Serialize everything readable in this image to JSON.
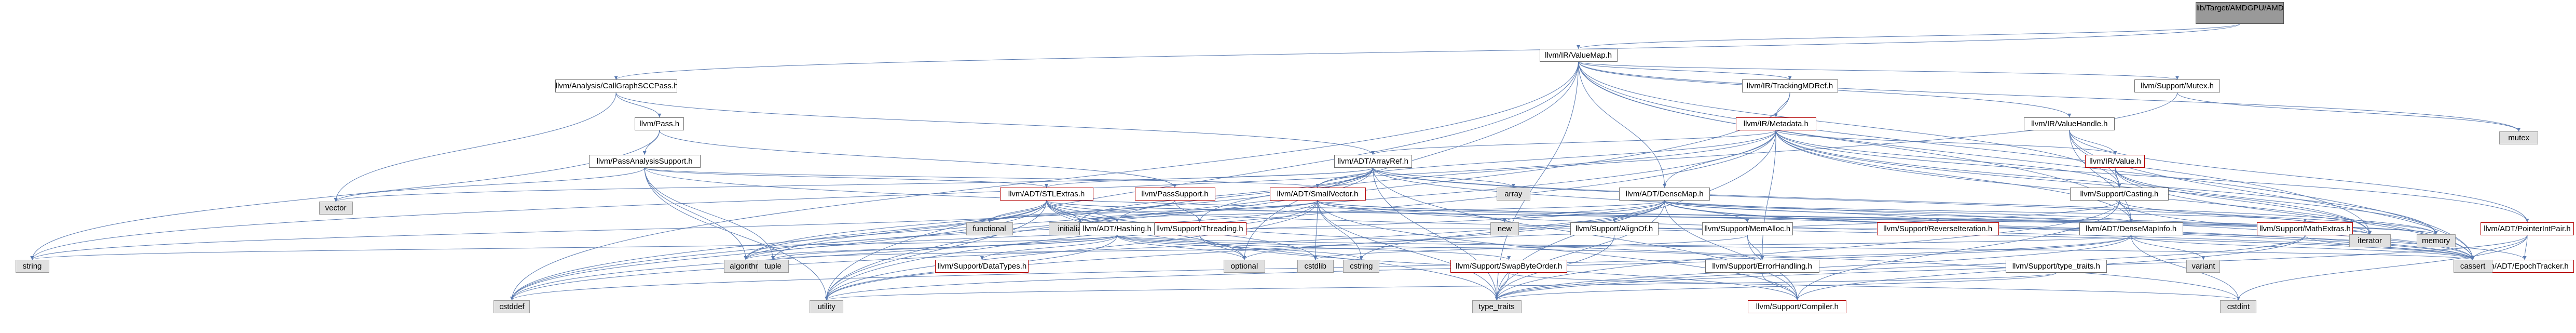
{
  "colors": {
    "edge": "#5a7ab0",
    "node_border": "#6e6e6e",
    "red_border": "#b30000",
    "gray_fill": "#e0e0e0",
    "root_fill": "#999999"
  },
  "nodes": [
    {
      "id": "root",
      "label": "lib/Target/AMDGPU/AMDGPUPerfHintAnalysis.h",
      "style": "root"
    },
    {
      "id": "valuemap",
      "label": "llvm/IR/ValueMap.h",
      "style": "normal"
    },
    {
      "id": "cgscc",
      "label": "llvm/Analysis/CallGraphSCCPass.h",
      "style": "normal"
    },
    {
      "id": "trackingmdref",
      "label": "llvm/IR/TrackingMDRef.h",
      "style": "normal"
    },
    {
      "id": "mutex_h",
      "label": "llvm/Support/Mutex.h",
      "style": "normal"
    },
    {
      "id": "pass",
      "label": "llvm/Pass.h",
      "style": "normal"
    },
    {
      "id": "metadata",
      "label": "llvm/IR/Metadata.h",
      "style": "red"
    },
    {
      "id": "valuehandle",
      "label": "llvm/IR/ValueHandle.h",
      "style": "normal"
    },
    {
      "id": "mutex",
      "label": "mutex",
      "style": "gray"
    },
    {
      "id": "passanalysis",
      "label": "llvm/PassAnalysisSupport.h",
      "style": "normal"
    },
    {
      "id": "arrayref",
      "label": "llvm/ADT/ArrayRef.h",
      "style": "normal"
    },
    {
      "id": "value",
      "label": "llvm/IR/Value.h",
      "style": "red"
    },
    {
      "id": "stlextras",
      "label": "llvm/ADT/STLExtras.h",
      "style": "red"
    },
    {
      "id": "passsupport",
      "label": "llvm/PassSupport.h",
      "style": "red"
    },
    {
      "id": "array",
      "label": "array",
      "style": "gray"
    },
    {
      "id": "smallvector",
      "label": "llvm/ADT/SmallVector.h",
      "style": "red"
    },
    {
      "id": "densemap",
      "label": "llvm/ADT/DenseMap.h",
      "style": "normal"
    },
    {
      "id": "casting",
      "label": "llvm/Support/Casting.h",
      "style": "normal"
    },
    {
      "id": "vector",
      "label": "vector",
      "style": "gray"
    },
    {
      "id": "pointerintpair",
      "label": "llvm/ADT/PointerIntPair.h",
      "style": "red"
    },
    {
      "id": "functional",
      "label": "functional",
      "style": "gray"
    },
    {
      "id": "initlist",
      "label": "initializer_list",
      "style": "gray"
    },
    {
      "id": "threading",
      "label": "llvm/Support/Threading.h",
      "style": "red"
    },
    {
      "id": "hashing",
      "label": "llvm/ADT/Hashing.h",
      "style": "normal"
    },
    {
      "id": "new",
      "label": "new",
      "style": "gray"
    },
    {
      "id": "alignof",
      "label": "llvm/Support/AlignOf.h",
      "style": "normal"
    },
    {
      "id": "memalloc",
      "label": "llvm/Support/MemAlloc.h",
      "style": "normal"
    },
    {
      "id": "reverseiter",
      "label": "llvm/Support/ReverseIteration.h",
      "style": "red"
    },
    {
      "id": "densemapinfo",
      "label": "llvm/ADT/DenseMapInfo.h",
      "style": "normal"
    },
    {
      "id": "mathextras",
      "label": "llvm/Support/MathExtras.h",
      "style": "red"
    },
    {
      "id": "iterator",
      "label": "iterator",
      "style": "gray"
    },
    {
      "id": "memory",
      "label": "memory",
      "style": "gray"
    },
    {
      "id": "epochtracker",
      "label": "llvm/ADT/EpochTracker.h",
      "style": "red"
    },
    {
      "id": "string",
      "label": "string",
      "style": "gray"
    },
    {
      "id": "algorithm",
      "label": "algorithm",
      "style": "gray"
    },
    {
      "id": "tuple",
      "label": "tuple",
      "style": "gray"
    },
    {
      "id": "datatypes",
      "label": "llvm/Support/DataTypes.h",
      "style": "red"
    },
    {
      "id": "optional",
      "label": "optional",
      "style": "gray"
    },
    {
      "id": "cstdlib",
      "label": "cstdlib",
      "style": "gray"
    },
    {
      "id": "cstring",
      "label": "cstring",
      "style": "gray"
    },
    {
      "id": "swapbyteorder",
      "label": "llvm/Support/SwapByteOrder.h",
      "style": "red"
    },
    {
      "id": "errorhandling",
      "label": "llvm/Support/ErrorHandling.h",
      "style": "normal"
    },
    {
      "id": "typetraits_llvm",
      "label": "llvm/Support/type_traits.h",
      "style": "normal"
    },
    {
      "id": "variant",
      "label": "variant",
      "style": "gray"
    },
    {
      "id": "cassert",
      "label": "cassert",
      "style": "gray"
    },
    {
      "id": "cstddef",
      "label": "cstddef",
      "style": "gray"
    },
    {
      "id": "utility",
      "label": "utility",
      "style": "gray"
    },
    {
      "id": "type_traits",
      "label": "type_traits",
      "style": "gray"
    },
    {
      "id": "compiler",
      "label": "llvm/Support/Compiler.h",
      "style": "red"
    },
    {
      "id": "cstdint",
      "label": "cstdint",
      "style": "gray"
    }
  ],
  "edges": [
    [
      "root",
      "valuemap"
    ],
    [
      "root",
      "cgscc"
    ],
    [
      "valuemap",
      "trackingmdref"
    ],
    [
      "valuemap",
      "mutex_h"
    ],
    [
      "valuemap",
      "valuehandle"
    ],
    [
      "valuemap",
      "densemap"
    ],
    [
      "valuemap",
      "casting"
    ],
    [
      "valuemap",
      "densemapinfo"
    ],
    [
      "valuemap",
      "cassert"
    ],
    [
      "valuemap",
      "cstddef"
    ],
    [
      "valuemap",
      "iterator"
    ],
    [
      "valuemap",
      "type_traits"
    ],
    [
      "valuemap",
      "utility"
    ],
    [
      "valuemap",
      "optional"
    ],
    [
      "valuemap",
      "mutex"
    ],
    [
      "cgscc",
      "pass"
    ],
    [
      "cgscc",
      "arrayref"
    ],
    [
      "cgscc",
      "vector"
    ],
    [
      "trackingmdref",
      "metadata"
    ],
    [
      "trackingmdref",
      "utility"
    ],
    [
      "mutex_h",
      "mutex"
    ],
    [
      "mutex_h",
      "threading"
    ],
    [
      "pass",
      "passanalysis"
    ],
    [
      "pass",
      "passsupport"
    ],
    [
      "pass",
      "string"
    ],
    [
      "metadata",
      "arrayref"
    ],
    [
      "metadata",
      "smallvector"
    ],
    [
      "metadata",
      "densemap"
    ],
    [
      "metadata",
      "casting"
    ],
    [
      "metadata",
      "value"
    ],
    [
      "metadata",
      "cassert"
    ],
    [
      "metadata",
      "cstddef"
    ],
    [
      "metadata",
      "iterator"
    ],
    [
      "metadata",
      "memory"
    ],
    [
      "metadata",
      "string"
    ],
    [
      "metadata",
      "type_traits"
    ],
    [
      "metadata",
      "utility"
    ],
    [
      "metadata",
      "densemapinfo"
    ],
    [
      "metadata",
      "pointerintpair"
    ],
    [
      "metadata",
      "errorhandling"
    ],
    [
      "valuehandle",
      "value"
    ],
    [
      "valuehandle",
      "casting"
    ],
    [
      "valuehandle",
      "densemapinfo"
    ],
    [
      "valuehandle",
      "pointerintpair"
    ],
    [
      "valuehandle",
      "cassert"
    ],
    [
      "passanalysis",
      "vector"
    ],
    [
      "passanalysis",
      "stlextras"
    ],
    [
      "passanalysis",
      "cassert"
    ],
    [
      "passanalysis",
      "tuple"
    ],
    [
      "passanalysis",
      "utility"
    ],
    [
      "passanalysis",
      "algorithm"
    ],
    [
      "passanalysis",
      "smallvector"
    ],
    [
      "arrayref",
      "hashing"
    ],
    [
      "arrayref",
      "smallvector"
    ],
    [
      "arrayref",
      "stlextras"
    ],
    [
      "arrayref",
      "compiler"
    ],
    [
      "arrayref",
      "algorithm"
    ],
    [
      "arrayref",
      "array"
    ],
    [
      "arrayref",
      "cassert"
    ],
    [
      "arrayref",
      "cstddef"
    ],
    [
      "arrayref",
      "initlist"
    ],
    [
      "arrayref",
      "iterator"
    ],
    [
      "arrayref",
      "memory"
    ],
    [
      "arrayref",
      "type_traits"
    ],
    [
      "arrayref",
      "vector"
    ],
    [
      "value",
      "casting"
    ],
    [
      "value",
      "iterator"
    ],
    [
      "value",
      "memory"
    ],
    [
      "value",
      "cassert"
    ],
    [
      "stlextras",
      "hashing"
    ],
    [
      "stlextras",
      "algorithm"
    ],
    [
      "stlextras",
      "cassert"
    ],
    [
      "stlextras",
      "cstddef"
    ],
    [
      "stlextras",
      "cstdint"
    ],
    [
      "stlextras",
      "cstdlib"
    ],
    [
      "stlextras",
      "functional"
    ],
    [
      "stlextras",
      "initlist"
    ],
    [
      "stlextras",
      "iterator"
    ],
    [
      "stlextras",
      "memory"
    ],
    [
      "stlextras",
      "optional"
    ],
    [
      "stlextras",
      "tuple"
    ],
    [
      "stlextras",
      "type_traits"
    ],
    [
      "stlextras",
      "utility"
    ],
    [
      "passsupport",
      "threading"
    ],
    [
      "passsupport",
      "functional"
    ],
    [
      "passsupport",
      "string"
    ],
    [
      "smallvector",
      "compiler"
    ],
    [
      "smallvector",
      "type_traits_llvm"
    ],
    [
      "smallvector",
      "algorithm"
    ],
    [
      "smallvector",
      "cassert"
    ],
    [
      "smallvector",
      "cstddef"
    ],
    [
      "smallvector",
      "cstdlib"
    ],
    [
      "smallvector",
      "cstring"
    ],
    [
      "smallvector",
      "functional"
    ],
    [
      "smallvector",
      "initlist"
    ],
    [
      "smallvector",
      "iterator"
    ],
    [
      "smallvector",
      "limits"
    ],
    [
      "smallvector",
      "memory"
    ],
    [
      "smallvector",
      "new"
    ],
    [
      "smallvector",
      "type_traits"
    ],
    [
      "smallvector",
      "utility"
    ],
    [
      "densemap",
      "epochtracker"
    ],
    [
      "densemap",
      "densemapinfo"
    ],
    [
      "densemap",
      "alignof"
    ],
    [
      "densemap",
      "compiler"
    ],
    [
      "densemap",
      "mathextras"
    ],
    [
      "densemap",
      "memalloc"
    ],
    [
      "densemap",
      "reverseiter"
    ],
    [
      "densemap",
      "type_traits_llvm"
    ],
    [
      "densemap",
      "algorithm"
    ],
    [
      "densemap",
      "cassert"
    ],
    [
      "densemap",
      "cstddef"
    ],
    [
      "densemap",
      "cstring"
    ],
    [
      "densemap",
      "initlist"
    ],
    [
      "densemap",
      "iterator"
    ],
    [
      "densemap",
      "new"
    ],
    [
      "densemap",
      "type_traits"
    ],
    [
      "densemap",
      "utility"
    ],
    [
      "casting",
      "compiler"
    ],
    [
      "casting",
      "type_traits_llvm"
    ],
    [
      "casting",
      "cassert"
    ],
    [
      "casting",
      "memory"
    ],
    [
      "casting",
      "optional"
    ],
    [
      "casting",
      "type_traits"
    ],
    [
      "pointerintpair",
      "epochtracker"
    ],
    [
      "pointerintpair",
      "cassert"
    ],
    [
      "pointerintpair",
      "cstdint"
    ],
    [
      "pointerintpair",
      "type_traits"
    ],
    [
      "threading",
      "compiler"
    ],
    [
      "threading",
      "optional"
    ],
    [
      "hashing",
      "errorhandling"
    ],
    [
      "hashing",
      "swapbyteorder"
    ],
    [
      "hashing",
      "type_traits_llvm"
    ],
    [
      "hashing",
      "algorithm"
    ],
    [
      "hashing",
      "cassert"
    ],
    [
      "hashing",
      "cstring"
    ],
    [
      "hashing",
      "optional"
    ],
    [
      "hashing",
      "string"
    ],
    [
      "hashing",
      "tuple"
    ],
    [
      "hashing",
      "utility"
    ],
    [
      "hashing",
      "datatypes"
    ],
    [
      "alignof",
      "type_traits"
    ],
    [
      "memalloc",
      "compiler"
    ],
    [
      "memalloc",
      "errorhandling"
    ],
    [
      "memalloc",
      "cstdlib"
    ],
    [
      "densemapinfo",
      "hashing"
    ],
    [
      "densemapinfo",
      "cassert"
    ],
    [
      "densemapinfo",
      "cstddef"
    ],
    [
      "densemapinfo",
      "cstdint"
    ],
    [
      "densemapinfo",
      "tuple"
    ],
    [
      "densemapinfo",
      "type_traits"
    ],
    [
      "densemapinfo",
      "utility"
    ],
    [
      "densemapinfo",
      "variant"
    ],
    [
      "mathextras",
      "compiler"
    ],
    [
      "mathextras",
      "cassert"
    ],
    [
      "mathextras",
      "type_traits"
    ],
    [
      "swapbyteorder",
      "type_traits"
    ],
    [
      "swapbyteorder",
      "cstdint"
    ],
    [
      "errorhandling",
      "compiler"
    ],
    [
      "typetraits_llvm",
      "type_traits"
    ],
    [
      "typetraits_llvm",
      "utility"
    ]
  ]
}
